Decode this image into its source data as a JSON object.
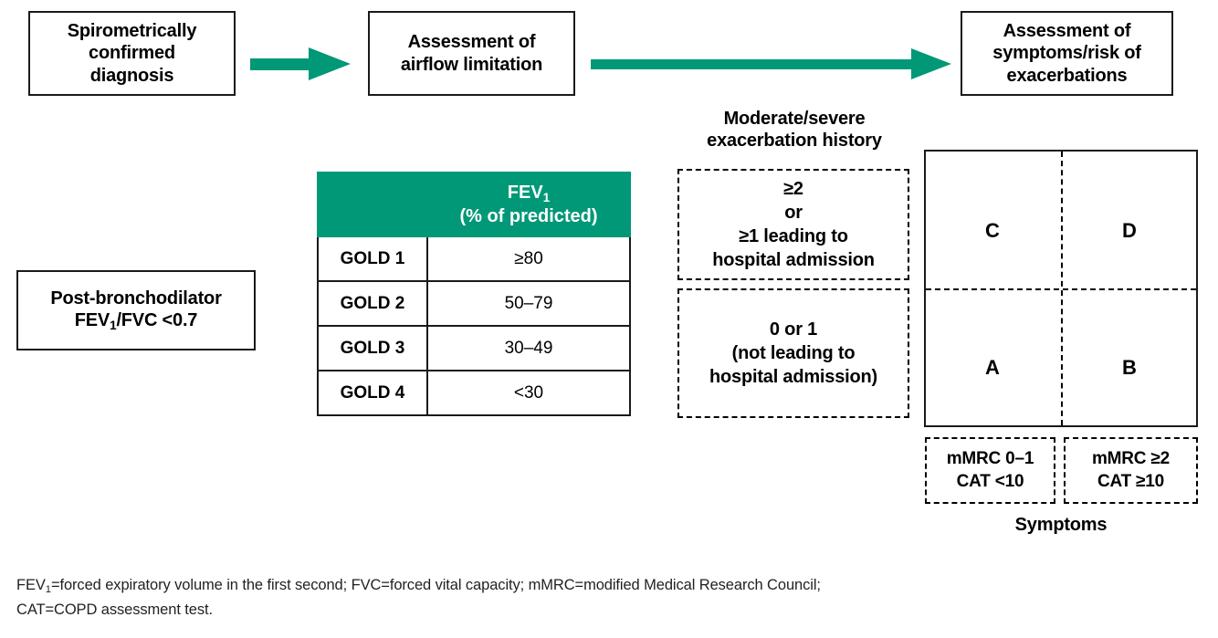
{
  "diagram": {
    "title": "COPD diagnosis and assessment (GOLD ABCD)",
    "accent_color": "#009877",
    "line_color": "#1a1a1a"
  },
  "flow": {
    "step1": "Spirometrically\nconfirmed\ndiagnosis",
    "step1_line1": "Spirometrically",
    "step1_line2": "confirmed",
    "step1_line3": "diagnosis",
    "step2_line1": "Assessment of",
    "step2_line2": "airflow limitation",
    "step3_line1": "Assessment of",
    "step3_line2": "symptoms/risk of",
    "step3_line3": "exacerbations",
    "arrow1_name": "arrow-right-icon",
    "arrow2_name": "arrow-right-icon"
  },
  "criteria_box": {
    "line1": "Post-bronchodilator",
    "line2_a": "FEV",
    "line2_sub": "1",
    "line2_b": "/FVC <0.7"
  },
  "gold_table": {
    "header_line1_a": "FEV",
    "header_line1_sub": "1",
    "header_line2": "(% of predicted)",
    "column_headers": [
      "",
      "FEV1 (% of predicted)"
    ],
    "rows": [
      {
        "grade": "GOLD 1",
        "value": "≥80"
      },
      {
        "grade": "GOLD 2",
        "value": "50–79"
      },
      {
        "grade": "GOLD 3",
        "value": "30–49"
      },
      {
        "grade": "GOLD 4",
        "value": "<30"
      }
    ]
  },
  "exacerbation": {
    "heading_line1": "Moderate/severe",
    "heading_line2": "exacerbation history",
    "high": {
      "line1": "≥2",
      "line2": "or",
      "line3": "≥1 leading to",
      "line4": "hospital admission"
    },
    "low": {
      "line1": "0 or 1",
      "line2": "(not leading to",
      "line3": "hospital admission)"
    }
  },
  "abcd_grid": {
    "top_left": "C",
    "top_right": "D",
    "bottom_left": "A",
    "bottom_right": "B"
  },
  "symptoms": {
    "axis_label": "Symptoms",
    "left": {
      "line1": "mMRC 0–1",
      "line2": "CAT <10"
    },
    "right": {
      "line1": "mMRC ≥2",
      "line2": "CAT ≥10"
    }
  },
  "footnote": {
    "line1_a": "FEV",
    "line1_sub": "1",
    "line1_b": "=forced expiratory volume in the first second; FVC=forced vital capacity; mMRC=modified Medical Research Council;",
    "line2": "CAT=COPD assessment test."
  }
}
